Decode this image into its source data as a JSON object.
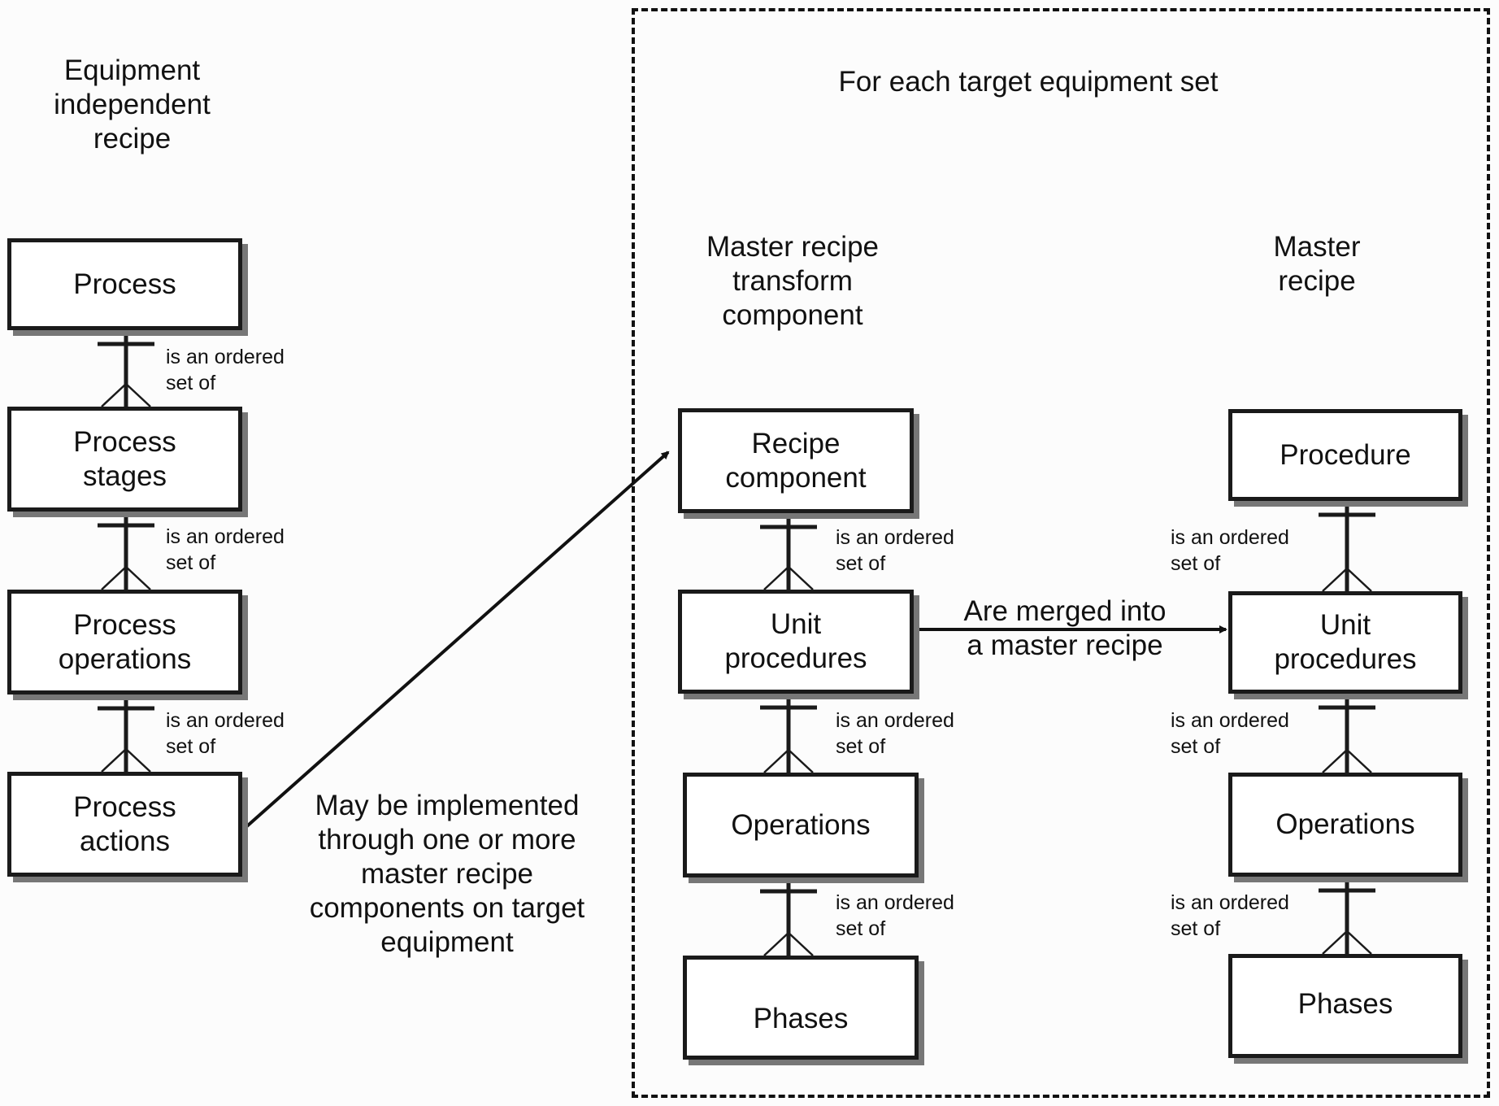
{
  "headings": {
    "equipment_independent": "Equipment\nindependent\nrecipe",
    "for_each_target": "For each target equipment set",
    "transform_component": "Master recipe\ntransform\ncomponent",
    "master_recipe": "Master\nrecipe"
  },
  "left_column": {
    "boxes": [
      "Process",
      "Process\nstages",
      "Process\noperations",
      "Process\nactions"
    ],
    "relations": [
      "is an ordered\nset of",
      "is an ordered\nset of",
      "is an ordered\nset of"
    ]
  },
  "middle_column": {
    "boxes": [
      "Recipe\ncomponent",
      "Unit\nprocedures",
      "Operations",
      "Phases"
    ],
    "relations": [
      "is an ordered\nset of",
      "is an ordered\nset of",
      "is an ordered\nset of"
    ]
  },
  "right_column": {
    "boxes": [
      "Procedure",
      "Unit\nprocedures",
      "Operations",
      "Phases"
    ],
    "relations": [
      "is an ordered\nset of",
      "is an ordered\nset of",
      "is an ordered\nset of"
    ]
  },
  "arrows": {
    "implemented_label": "May be implemented\nthrough one or more\nmaster recipe\ncomponents on target\nequipment",
    "merged_label": "Are merged into\na master recipe"
  }
}
